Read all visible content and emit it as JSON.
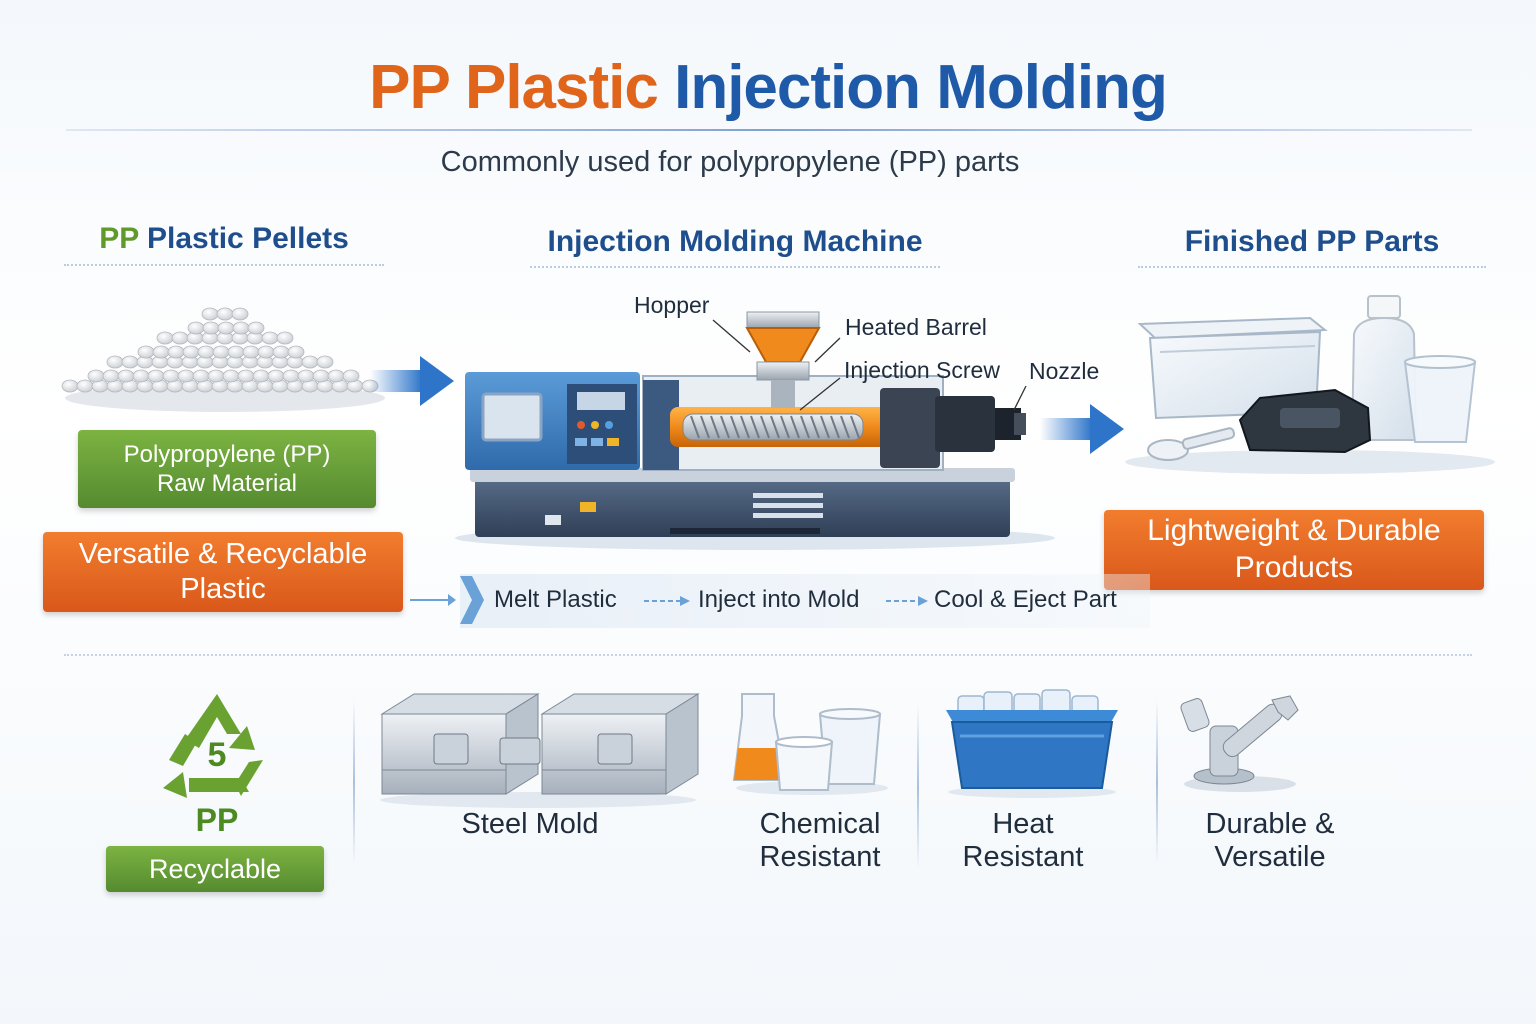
{
  "title": {
    "part1": "PP Plastic",
    "part2": "Injection Molding"
  },
  "subtitle": "Commonly used for polypropylene (PP) parts",
  "sections": {
    "pellets": {
      "title_prefix": "PP",
      "title_rest": "Plastic Pellets"
    },
    "machine": {
      "title": "Injection Molding Machine"
    },
    "finished": {
      "title": "Finished PP Parts"
    }
  },
  "machine_labels": {
    "hopper": "Hopper",
    "heated_barrel": "Heated Barrel",
    "injection_screw": "Injection Screw",
    "nozzle": "Nozzle"
  },
  "badges": {
    "raw_material": {
      "line1": "Polypropylene (PP)",
      "line2": "Raw Material"
    },
    "versatile": {
      "line1": "Versatile & Recyclable",
      "line2": "Plastic"
    },
    "lightweight": {
      "line1": "Lightweight & Durable",
      "line2": "Products"
    }
  },
  "process_steps": [
    "Melt Plastic",
    "Inject into Mold",
    "Cool & Eject Part"
  ],
  "recycle": {
    "number": "5",
    "code": "PP",
    "label": "Recyclable"
  },
  "features": [
    {
      "line1": "Steel Mold",
      "line2": "",
      "icon": "steel-mold-icon"
    },
    {
      "line1": "Chemical",
      "line2": "Resistant",
      "icon": "chemical-cups-icon"
    },
    {
      "line1": "Heat",
      "line2": "Resistant",
      "icon": "ice-box-icon"
    },
    {
      "line1": "Durable &",
      "line2": "Versatile",
      "icon": "wrench-part-icon"
    }
  ],
  "colors": {
    "orange": "#e0651b",
    "blue": "#1e5aa8",
    "green": "#5f9a2a",
    "machine_blue": "#3f7fc1"
  }
}
